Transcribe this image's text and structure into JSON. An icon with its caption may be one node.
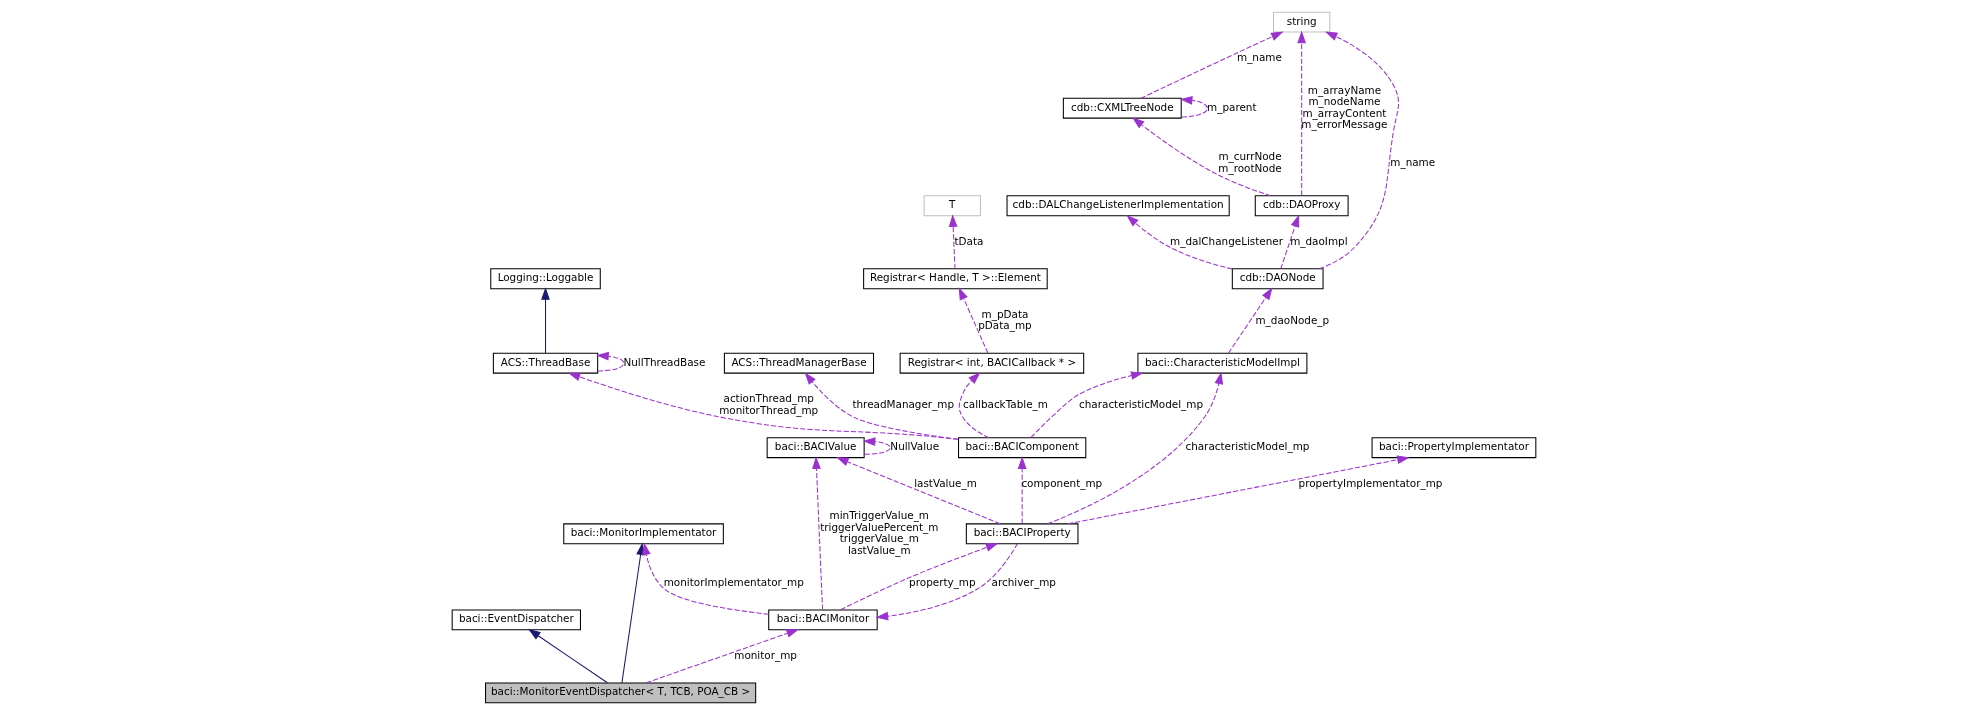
{
  "diagram": {
    "nodes": [
      {
        "text": [
          "baci::MonitorEventDispatcher< T, TCB, POA_CB >"
        ]
      },
      {
        "text": [
          "baci::EventDispatcher"
        ]
      },
      {
        "text": [
          "baci::MonitorImplementator"
        ]
      },
      {
        "text": [
          "baci::BACIMonitor"
        ]
      },
      {
        "text": [
          "baci::BACIValue"
        ]
      },
      {
        "text": [
          "baci::BACIProperty"
        ]
      },
      {
        "text": [
          "ACS::ThreadBase"
        ]
      },
      {
        "text": [
          "Logging::Loggable"
        ]
      },
      {
        "text": [
          "baci::BACIComponent"
        ]
      },
      {
        "text": [
          "ACS::ThreadManagerBase"
        ]
      },
      {
        "text": [
          "Registrar< int, BACICallback * >"
        ]
      },
      {
        "text": [
          "Registrar< Handle, T >::Element"
        ]
      },
      {
        "text": [
          "T"
        ]
      },
      {
        "text": [
          "baci::CharacteristicModelImpl"
        ]
      },
      {
        "text": [
          "cdb::DAONode"
        ]
      },
      {
        "text": [
          "cdb::DALChangeListenerImplementation"
        ]
      },
      {
        "text": [
          "cdb::DAOProxy"
        ]
      },
      {
        "text": [
          "cdb::CXMLTreeNode"
        ]
      },
      {
        "text": [
          "string"
        ]
      },
      {
        "text": [
          "baci::PropertyImplementator"
        ]
      }
    ],
    "edges": [
      {
        "from": 0,
        "to": 1,
        "arrow": "to",
        "color": "#191970"
      },
      {
        "from": 0,
        "to": 2,
        "arrow": "to",
        "color": "#191970"
      },
      {
        "from": 0,
        "to": 3,
        "arrow": "to",
        "label": "monitor_mp",
        "style": "dashed"
      },
      {
        "from": 3,
        "to": 2,
        "arrow": "to",
        "label": "monitorImplementator_mp",
        "style": "dashed"
      },
      {
        "from": 3,
        "to": 4,
        "arrow": "to",
        "label": "minTriggerValue_m triggerValuePercent_m triggerValue_m lastValue_m",
        "style": "dashed"
      },
      {
        "from": 4,
        "to": 4,
        "arrow": "to",
        "label": "NullValue",
        "style": "dashed"
      },
      {
        "from": 3,
        "to": 5,
        "arrow": "to",
        "label": "property_mp",
        "style": "dashed"
      },
      {
        "from": 5,
        "to": 3,
        "arrow": "to",
        "label": "archiver_mp",
        "style": "dashed"
      },
      {
        "from": 5,
        "to": 4,
        "arrow": "to",
        "label": "lastValue_m",
        "style": "dashed"
      },
      {
        "from": 6,
        "to": 7,
        "arrow": "to",
        "color": "#191970"
      },
      {
        "from": 6,
        "to": 6,
        "arrow": "to",
        "label": "NullThreadBase",
        "style": "dashed"
      },
      {
        "from": 8,
        "to": 6,
        "arrow": "to",
        "label": "actionThread_mp monitorThread_mp",
        "style": "dashed"
      },
      {
        "from": 8,
        "to": 9,
        "arrow": "to",
        "label": "threadManager_mp",
        "style": "dashed"
      },
      {
        "from": 8,
        "to": 10,
        "arrow": "to",
        "label": "callbackTable_m",
        "style": "dashed"
      },
      {
        "from": 8,
        "to": 13,
        "arrow": "to",
        "label": "characteristicModel_mp",
        "style": "dashed"
      },
      {
        "from": 5,
        "to": 8,
        "arrow": "to",
        "label": "component_mp",
        "style": "dashed"
      },
      {
        "from": 5,
        "to": 13,
        "arrow": "to",
        "label": "characteristicModel_mp",
        "style": "dashed"
      },
      {
        "from": 5,
        "to": 19,
        "arrow": "to",
        "label": "propertyImplementator_mp",
        "style": "dashed"
      },
      {
        "from": 10,
        "to": 11,
        "arrow": "to",
        "label": "m_pData pData_mp",
        "style": "dashed"
      },
      {
        "from": 11,
        "to": 12,
        "arrow": "to",
        "label": "tData",
        "style": "dashed"
      },
      {
        "from": 13,
        "to": 14,
        "arrow": "to",
        "label": "m_daoNode_p",
        "style": "dashed"
      },
      {
        "from": 14,
        "to": 15,
        "arrow": "to",
        "label": "m_dalChangeListener",
        "style": "dashed"
      },
      {
        "from": 14,
        "to": 16,
        "arrow": "to",
        "label": "m_daoImpl",
        "style": "dashed"
      },
      {
        "from": 14,
        "to": 18,
        "arrow": "to",
        "label": "m_name",
        "style": "dashed"
      },
      {
        "from": 16,
        "to": 18,
        "arrow": "to",
        "label": "m_arrayName m_nodeName m_arrayContent m_errorMessage",
        "style": "dashed"
      },
      {
        "from": 16,
        "to": 17,
        "arrow": "to",
        "label": "m_currNode m_rootNode",
        "style": "dashed"
      },
      {
        "from": 17,
        "to": 18,
        "arrow": "to",
        "label": "m_name",
        "style": "dashed"
      },
      {
        "from": 17,
        "to": 17,
        "arrow": "to",
        "label": "m_parent",
        "style": "dashed"
      }
    ]
  }
}
